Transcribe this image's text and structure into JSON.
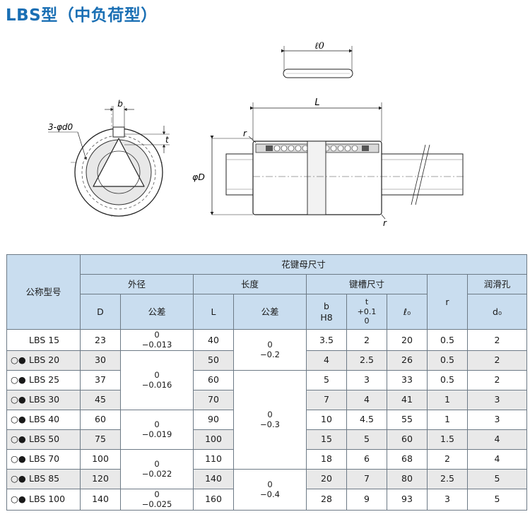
{
  "title": "LBS型（中负荷型）",
  "drawing": {
    "lo": "ℓ0",
    "L": "L",
    "b": "b",
    "t": "t",
    "holes": "3-φd0",
    "phiD": "φD",
    "r_top": "r",
    "r_bottom": "r"
  },
  "table": {
    "hdr_model": "公称型号",
    "hdr_flange": "花键母尺寸",
    "hdr_outer": "外径",
    "hdr_length": "长度",
    "hdr_keyway": "键槽尺寸",
    "hdr_lube": "润滑孔",
    "hdr_D": "D",
    "hdr_tol1": "公差",
    "hdr_L": "L",
    "hdr_tol2": "公差",
    "hdr_b1": "b",
    "hdr_b2": "H8",
    "hdr_t1": "t",
    "hdr_t2": "+0.1",
    "hdr_t3": "0",
    "hdr_lo": "ℓ₀",
    "hdr_r": "r",
    "hdr_d0": "d₀",
    "symbols": "○●",
    "rows": [
      {
        "model": "LBS 15",
        "D": "23",
        "L": "40",
        "b": "3.5",
        "t": "2",
        "lo": "20",
        "r": "0.5",
        "d0": "2"
      },
      {
        "model": "LBS 20",
        "D": "30",
        "L": "50",
        "b": "4",
        "t": "2.5",
        "lo": "26",
        "r": "0.5",
        "d0": "2"
      },
      {
        "model": "LBS 25",
        "D": "37",
        "L": "60",
        "b": "5",
        "t": "3",
        "lo": "33",
        "r": "0.5",
        "d0": "2"
      },
      {
        "model": "LBS 30",
        "D": "45",
        "L": "70",
        "b": "7",
        "t": "4",
        "lo": "41",
        "r": "1",
        "d0": "3"
      },
      {
        "model": "LBS 40",
        "D": "60",
        "L": "90",
        "b": "10",
        "t": "4.5",
        "lo": "55",
        "r": "1",
        "d0": "3"
      },
      {
        "model": "LBS 50",
        "D": "75",
        "L": "100",
        "b": "15",
        "t": "5",
        "lo": "60",
        "r": "1.5",
        "d0": "4"
      },
      {
        "model": "LBS 70",
        "D": "100",
        "L": "110",
        "b": "18",
        "t": "6",
        "lo": "68",
        "r": "2",
        "d0": "4"
      },
      {
        "model": "LBS 85",
        "D": "120",
        "L": "140",
        "b": "20",
        "t": "7",
        "lo": "80",
        "r": "2.5",
        "d0": "5"
      },
      {
        "model": "LBS 100",
        "D": "140",
        "L": "160",
        "b": "28",
        "t": "9",
        "lo": "93",
        "r": "3",
        "d0": "5"
      }
    ],
    "dtol": [
      {
        "u": "0",
        "l": "−0.013"
      },
      {
        "u": "0",
        "l": "−0.016"
      },
      {
        "u": "0",
        "l": "−0.019"
      },
      {
        "u": "0",
        "l": "−0.022"
      },
      {
        "u": "0",
        "l": "−0.025"
      }
    ],
    "ltol": [
      {
        "u": "0",
        "l": "−0.2"
      },
      {
        "u": "0",
        "l": "−0.3"
      },
      {
        "u": "0",
        "l": "−0.4"
      }
    ]
  }
}
